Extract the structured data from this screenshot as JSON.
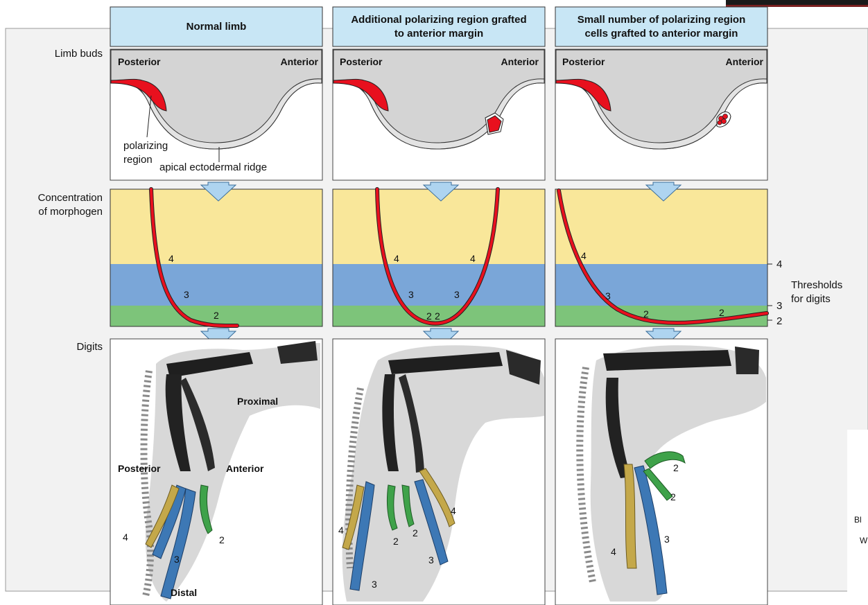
{
  "columns": [
    {
      "title_line1": "Normal limb",
      "title_line2": ""
    },
    {
      "title_line1": "Additional polarizing region grafted",
      "title_line2": "to anterior margin"
    },
    {
      "title_line1": "Small number of polarizing region",
      "title_line2": "cells grafted to anterior margin"
    }
  ],
  "row_labels": {
    "limb_buds": "Limb buds",
    "concentration_line1": "Concentration",
    "concentration_line2": "of morphogen",
    "digits": "Digits"
  },
  "bud_labels": {
    "posterior": "Posterior",
    "anterior": "Anterior"
  },
  "annotations": {
    "polarizing_line1": "polarizing",
    "polarizing_line2": "region",
    "aer": "apical ectodermal ridge"
  },
  "thresholds": {
    "title_line1": "Thresholds",
    "title_line2": "for digits",
    "t4": "4",
    "t3": "3",
    "t2": "2"
  },
  "curve_labels": {
    "c1": [
      "4",
      "3",
      "2"
    ],
    "c2": [
      "4",
      "3",
      "2",
      "2",
      "3",
      "4"
    ],
    "c3": [
      "4",
      "3",
      "2",
      "2"
    ]
  },
  "photo_labels": {
    "proximal": "Proximal",
    "posterior": "Posterior",
    "anterior": "Anterior",
    "distal": "Distal",
    "p1_digits": [
      "4",
      "3",
      "2"
    ],
    "p2_digits": [
      "4",
      "2",
      "2",
      "3",
      "3",
      "4"
    ],
    "p3_digits": [
      "2",
      "2",
      "3",
      "4"
    ]
  },
  "edge_text": {
    "a": "Bl",
    "b": "W"
  },
  "colors": {
    "header_fill": "#c8e6f5",
    "bud_fill": "#d4d4d4",
    "polarizing_red": "#e8101e",
    "band_yellow": "#f9e79a",
    "band_blue": "#7aa6d8",
    "band_green": "#7dc47a",
    "digit_blue": "#3d78b5",
    "digit_green": "#3fa24a",
    "digit_yellow": "#c4a84a",
    "arrow_fill": "#aed4f0"
  }
}
